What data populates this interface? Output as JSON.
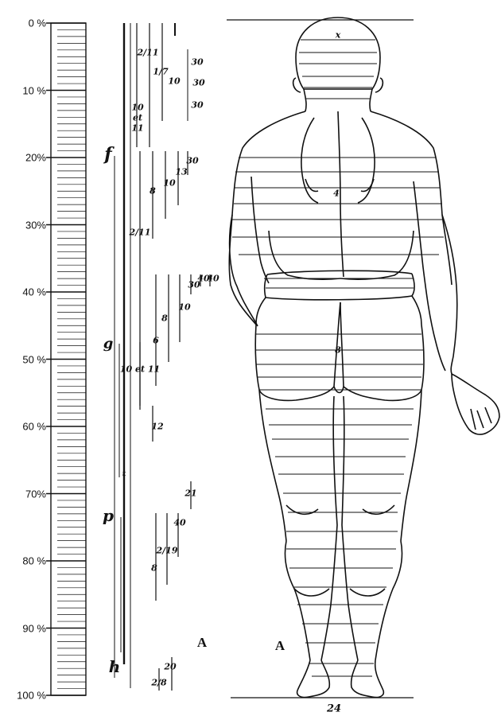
{
  "scale": {
    "labels": [
      "0 %",
      "10 %",
      "20%",
      "30%",
      "40 %",
      "50 %",
      "60 %",
      "70%",
      "80 %",
      "90 %",
      "100 %"
    ]
  },
  "section_marks": {
    "f": "f",
    "g": "g",
    "t": "t",
    "p": "p",
    "h": "h"
  },
  "fractions": {
    "a": "2/11",
    "b": "1/7",
    "c": "10",
    "d": "30",
    "e": "30",
    "f": "30",
    "g": "10 et 11",
    "h": "8",
    "i": "10",
    "j": "13",
    "k": "30",
    "l": "2/11",
    "m": "8",
    "n": "10",
    "o": "30",
    "p": "40",
    "q": "40",
    "r": "6",
    "s": "10 et 11",
    "t": "12",
    "u": "21",
    "v": "40",
    "w": "2/19",
    "x": "8",
    "y": "2/8",
    "z": "20"
  },
  "figure_labels": {
    "left_A": "A",
    "right_A": "A",
    "bottom_mark": "24",
    "head_mark": "x",
    "back_mark": "4",
    "hips_mark": "8"
  }
}
